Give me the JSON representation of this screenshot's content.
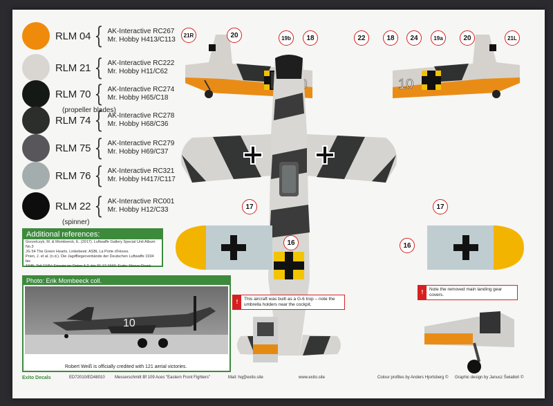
{
  "colors": [
    {
      "name": "RLM 04",
      "hex": "#f08a0a",
      "refs": [
        "AK-Interactive RC267",
        "Mr. Hobby H413/C113"
      ],
      "note": ""
    },
    {
      "name": "RLM 21",
      "hex": "#d9d6d2",
      "refs": [
        "AK-Interactive RC222",
        "Mr. Hobby H11/C62"
      ],
      "note": ""
    },
    {
      "name": "RLM 70",
      "hex": "#141916",
      "refs": [
        "AK-Interactive RC274",
        "Mr. Hobby H65/C18"
      ],
      "note": "(propeller blades)"
    },
    {
      "name": "RLM 74",
      "hex": "#2c2e2c",
      "refs": [
        "AK-Interactive RC278",
        "Mr. Hobby H68/C36"
      ],
      "note": ""
    },
    {
      "name": "RLM 75",
      "hex": "#58565b",
      "refs": [
        "AK-Interactive RC279",
        "Mr. Hobby H69/C37"
      ],
      "note": ""
    },
    {
      "name": "RLM 76",
      "hex": "#a3adad",
      "refs": [
        "AK-Interactive RC321",
        "Mr. Hobby H417/C117"
      ],
      "note": ""
    },
    {
      "name": "RLM 22",
      "hex": "#0d0d0d",
      "refs": [
        "AK-Interactive RC001",
        "Mr. Hobby H12/C33"
      ],
      "note": "(spinner)"
    }
  ],
  "additional_references": {
    "title": "Additional references:",
    "lines": [
      "Gorzelczyk, M. & Mombeeck, E. (2017). Luftwaffe Gallery Special Unit Album No.3",
      "JG 54 The Green Hearts. Linkebeek: ASBL La Porte d'Hoves.",
      "Prien, J. et al. (n.d.). Die Jagdfliegerverbände der Deutschen Luftwaffe 1934 bis",
      "1945, Teil 12/IV: Einsatz im Osten 4.2. bis 31.12.1943. Eutin: Struve-Druck"
    ]
  },
  "photo": {
    "title": "Photo: Erik Mombeeck coll.",
    "caption": "Robert Weiß is officially credited with 121 aerial victories.",
    "fuselage_code": "10"
  },
  "callouts": [
    "21R",
    "20",
    "19b",
    "18",
    "22",
    "18",
    "24",
    "19a",
    "20",
    "21L",
    "17",
    "17",
    "16",
    "16"
  ],
  "markings": {
    "left_code": "10",
    "right_code": "10"
  },
  "notes": {
    "trop": "This aircraft was built as a G-6 trop – note the umbrella holders near the cockpit.",
    "gear": "Note the removed main landing gear covers."
  },
  "footer": {
    "catalog": "ED72010/ED48010",
    "title": "Messerschmitt Bf 109 Aces \"Eastern Front Fighters\"",
    "mail": "Mail: hq@exito.site",
    "web": "www.exito.site",
    "profiles": "Colour profiles by Anders Hjortsberg ©",
    "design": "Graphic design by Janusz Światłoń ©"
  }
}
